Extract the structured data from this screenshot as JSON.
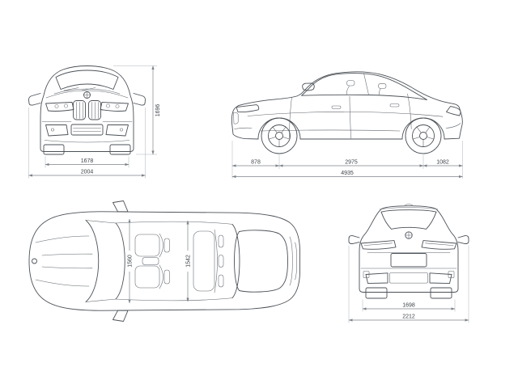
{
  "canvas": {
    "background_color": "#ffffff",
    "line_color": "#4b5157",
    "dimension_line_color": "#7d838a",
    "label_color": "#3d4349"
  },
  "views": {
    "front": {
      "dimensions": {
        "track_width": "1678",
        "overall_width": "2004",
        "overall_height": "1696"
      }
    },
    "side": {
      "dimensions": {
        "front_overhang": "878",
        "wheelbase": "2975",
        "rear_overhang": "1082",
        "overall_length": "4935"
      }
    },
    "top": {
      "dimensions": {
        "front_interior_width": "1560",
        "rear_interior_width": "1542"
      }
    },
    "rear": {
      "dimensions": {
        "track_width": "1698",
        "overall_width_incl_mirrors": "2212"
      }
    }
  }
}
